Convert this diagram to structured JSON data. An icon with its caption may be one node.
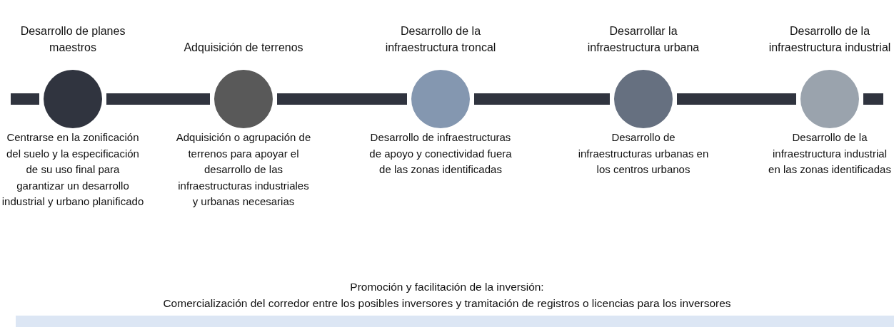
{
  "diagram": {
    "nodes": [
      {
        "text": [
          "Desarrollo de planes maestros",
          "Centrarse en la zonificación del suelo y la especificación de su uso final para garantizar un desarrollo industrial y urbano planificado"
        ]
      },
      {
        "text": [
          "Adquisición de terrenos",
          "Adquisición o agrupación de terrenos para apoyar el desarrollo de las infraestructuras industriales y urbanas necesarias"
        ]
      },
      {
        "text": [
          "Desarrollo de la infraestructura troncal",
          "Desarrollo de infraestructuras de apoyo y conectividad fuera de las zonas identificadas"
        ]
      },
      {
        "text": [
          "Desarrollar la infraestructura urbana",
          "Desarrollo de infraestructuras urbanas en los centros urbanos"
        ]
      },
      {
        "text": [
          "Desarrollo de la infraestructura industrial",
          "Desarrollo de la infraestructura industrial en las zonas identificadas"
        ]
      },
      {
        "text": [
          "Promoción y facilitación de la inversión:",
          "Comercialización del corredor entre los posibles inversores y tramitación de registros o licencias para los inversores"
        ]
      }
    ],
    "edges": [
      {
        "from": null,
        "to": 0,
        "arrow": "none"
      },
      {
        "from": 0,
        "to": 1,
        "arrow": "none"
      },
      {
        "from": 1,
        "to": 2,
        "arrow": "none"
      },
      {
        "from": 2,
        "to": 3,
        "arrow": "none"
      },
      {
        "from": 3,
        "to": 4,
        "arrow": "none"
      },
      {
        "from": 4,
        "to": null,
        "arrow": "none"
      }
    ]
  }
}
